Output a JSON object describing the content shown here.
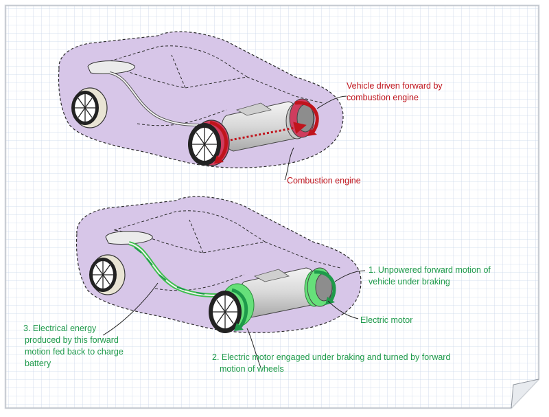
{
  "diagram": {
    "top": {
      "callouts": {
        "vehicle_driven": [
          "Vehicle driven forward by",
          "combustion engine"
        ],
        "combustion_engine": "Combustion engine"
      }
    },
    "bottom": {
      "callouts": {
        "unpowered_motion": [
          "1. Unpowered forward motion of",
          "vehicle under braking"
        ],
        "electric_motor": "Electric motor",
        "motor_engaged": [
          "2. Electric motor engaged under braking and turned by forward",
          "motion of wheels"
        ],
        "electrical_energy": [
          "3. Electrical energy",
          "produced by this forward",
          "motion fed back to charge",
          "battery"
        ]
      }
    },
    "colors": {
      "car_fill": "#d7c6e8",
      "grid": "#c9d6ea",
      "red_accent": "#c0141c",
      "green_accent": "#1e9a4a",
      "highlight_green": "#66e07a"
    }
  }
}
